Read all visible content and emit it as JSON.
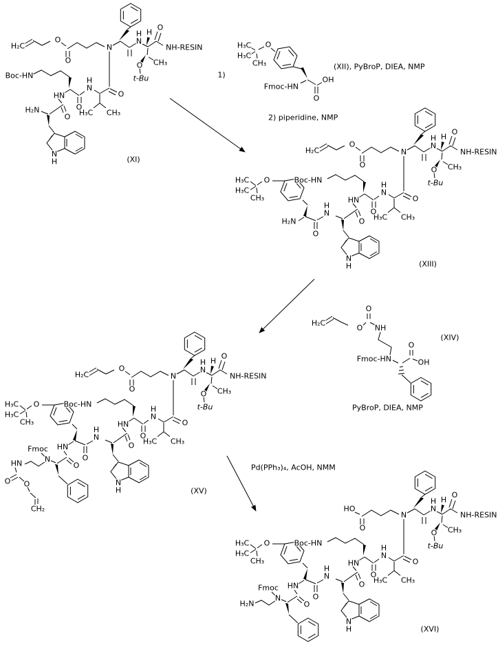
{
  "page": {
    "background": "#ffffff",
    "ink": "#000000"
  },
  "atom_text": {
    "h2c": "H₂C",
    "ch2": "CH₂",
    "ch3": "CH₃",
    "h3c": "H₃C",
    "h2n": "H₂N",
    "ho": "HO",
    "oh": "OH",
    "o": "O",
    "n": "N",
    "h": "H",
    "nh": "NH",
    "hn": "HN",
    "nh_resin": "NH-RESIN",
    "t_bu": "t-Bu",
    "boc_hn": "Boc-HN",
    "fmoc": "Fmoc",
    "fmoc_hn": "Fmoc-HN"
  },
  "structures": {
    "xi": {
      "label": "(XI)"
    },
    "xiii": {
      "label": "(XIII)"
    },
    "xiv": {
      "label": "(XIV)"
    },
    "xv": {
      "label": "(XV)"
    },
    "xvi": {
      "label": "(XVI)"
    }
  },
  "reactions": {
    "step1_num": "1)",
    "step1_reagents": "(XII), PyBroP, DIEA, NMP",
    "step2": "2)  piperidine, NMP",
    "coupling2": "PyBroP, DIEA, NMP",
    "deprotection": "Pd(PPh₃)₄, AcOH, NMM"
  }
}
